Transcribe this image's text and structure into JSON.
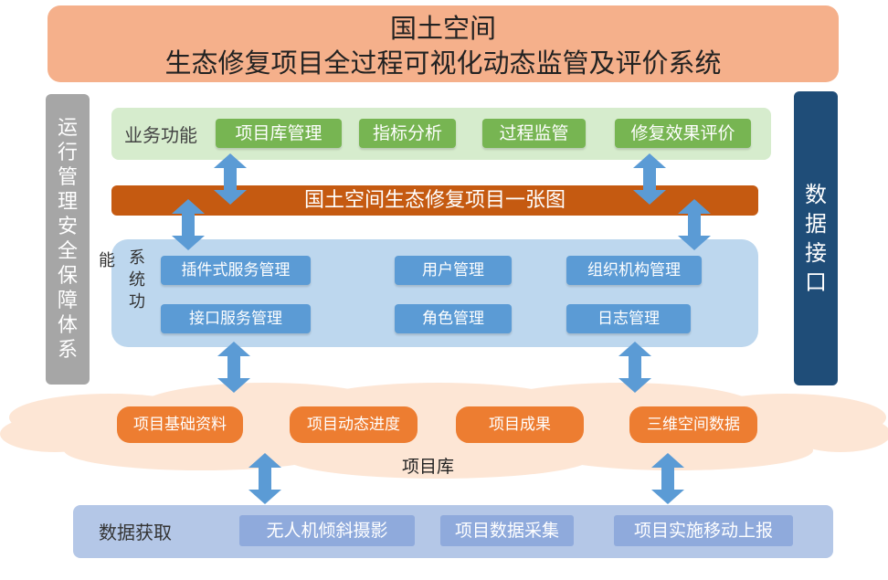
{
  "title": {
    "line1": "国土空间",
    "line2": "生态修复项目全过程可视化动态监管及评价系统"
  },
  "left_bar": {
    "chars": [
      "运",
      "行",
      "管",
      "理",
      "安",
      "全",
      "保",
      "障",
      "体",
      "系"
    ]
  },
  "right_bar": {
    "chars": [
      "数",
      "据",
      "接",
      "口"
    ]
  },
  "business": {
    "label": "业务功能",
    "items": [
      "项目库管理",
      "指标分析",
      "过程监管",
      "修复效果评价"
    ]
  },
  "map_band": {
    "label": "国土空间生态修复项目一张图"
  },
  "system": {
    "label_part1": "能",
    "label_part2": "系统功",
    "items": [
      "插件式服务管理",
      "用户管理",
      "组织机构管理",
      "接口服务管理",
      "角色管理",
      "日志管理"
    ]
  },
  "repository": {
    "label": "项目库",
    "items": [
      "项目基础资料",
      "项目动态进度",
      "项目成果",
      "三维空间数据"
    ]
  },
  "acquisition": {
    "label": "数据获取",
    "items": [
      "无人机倾斜摄影",
      "项目数据采集",
      "项目实施移动上报"
    ]
  },
  "colors": {
    "title_bg": "#f5b08b",
    "left_bar": "#a6a6a6",
    "right_bar": "#1f4d78",
    "business_bg": "#d6eccd",
    "business_btn": "#77b552",
    "map_band": "#c55a11",
    "system_bg": "#bdd7ee",
    "system_btn": "#5b9bd5",
    "repository_btn": "#ed7d31",
    "acquisition_bg": "#b4c7e7",
    "acquisition_btn": "#8faadc",
    "arrow": "#5b9bd5"
  }
}
